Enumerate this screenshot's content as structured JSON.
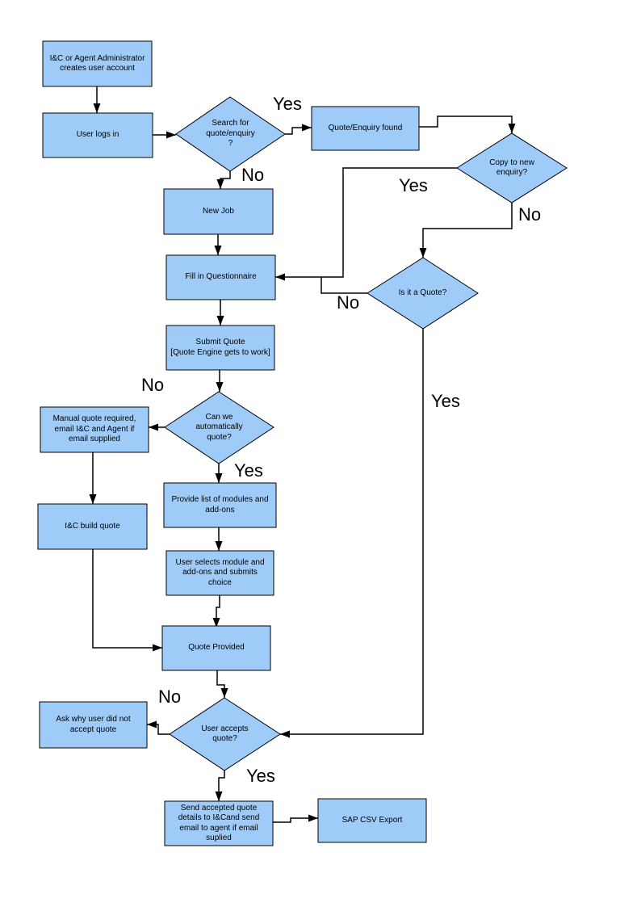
{
  "diagram": {
    "type": "flowchart",
    "background": "#FFFFFF"
  },
  "colors": {
    "shape_fill": "#9FCBF8",
    "shape_stroke": "#000000",
    "connector": "#000000",
    "text": "#000000"
  },
  "nodes": {
    "create_account": "I&C or Agent Administrator\ncreates user account",
    "user_logs_in": "User logs in",
    "search_quote": "Search for\nquote/enquiry\n?",
    "quote_found": "Quote/Enquiry found",
    "copy_new_enquiry": "Copy to new\nenquiry?",
    "new_job": "New Job",
    "fill_questionnaire": "Fill in Questionnaire",
    "is_it_quote": "Is it a Quote?",
    "submit_quote": "Submit Quote\n[Quote Engine gets to work]",
    "can_auto_quote": "Can we\nautomatically\nquote?",
    "manual_quote": "Manual quote required,\nemail I&C and Agent if\nemail supplied",
    "ic_build_quote": "I&C build quote",
    "provide_modules": "Provide list of modules and\nadd-ons",
    "user_selects": "User selects module and\nadd-ons and submits\nchoice",
    "quote_provided": "Quote Provided",
    "user_accepts": "User accepts\nquote?",
    "ask_why": "Ask why user did not\naccept quote",
    "send_accepted": "Send accepted quote\ndetails to I&Cand send\nemail to agent if email\nsuplied",
    "sap_csv": "SAP CSV Export"
  },
  "branch_labels": {
    "search_yes": "Yes",
    "search_no": "No",
    "copy_yes": "Yes",
    "copy_no": "No",
    "is_quote_no": "No",
    "is_quote_yes": "Yes",
    "can_auto_no": "No",
    "can_auto_yes": "Yes",
    "accepts_no": "No",
    "accepts_yes": "Yes"
  }
}
